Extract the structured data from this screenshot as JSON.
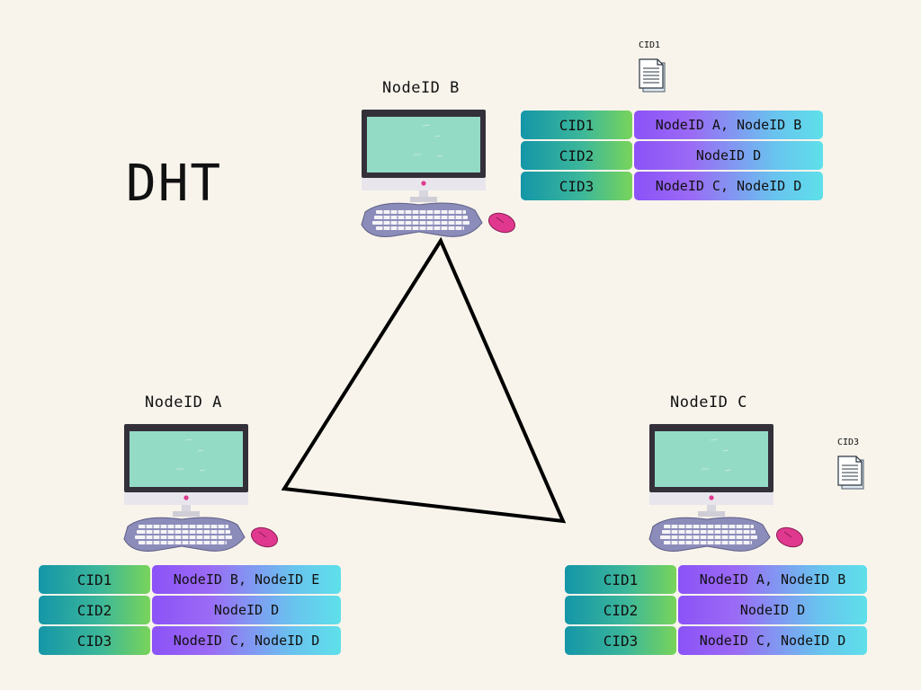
{
  "title": "DHT",
  "nodes": {
    "a": {
      "label": "NodeID A"
    },
    "b": {
      "label": "NodeID B"
    },
    "c": {
      "label": "NodeID C"
    }
  },
  "documents": {
    "b": {
      "label": "CID1",
      "icon": "document-icon"
    },
    "c": {
      "label": "CID3",
      "icon": "document-icon"
    }
  },
  "tables": {
    "a": {
      "rows": [
        {
          "cid": "CID1",
          "nodes": "NodeID B, NodeID E"
        },
        {
          "cid": "CID2",
          "nodes": "NodeID D"
        },
        {
          "cid": "CID3",
          "nodes": "NodeID C, NodeID D"
        }
      ]
    },
    "b": {
      "rows": [
        {
          "cid": "CID1",
          "nodes": "NodeID A, NodeID B"
        },
        {
          "cid": "CID2",
          "nodes": "NodeID D"
        },
        {
          "cid": "CID3",
          "nodes": "NodeID C, NodeID D"
        }
      ]
    },
    "c": {
      "rows": [
        {
          "cid": "CID1",
          "nodes": "NodeID A, NodeID B"
        },
        {
          "cid": "CID2",
          "nodes": "NodeID D"
        },
        {
          "cid": "CID3",
          "nodes": "NodeID C, NodeID D"
        }
      ]
    }
  },
  "colors": {
    "background": "#f8f4ec",
    "screen": "#94dbc6",
    "monitor_frame": "#34303a",
    "keyboard_base": "#8c8cba",
    "mouse": "#e0388e",
    "cid_gradient": [
      "#1496a8",
      "#78d45a"
    ],
    "nodes_gradient": [
      "#8b52f7",
      "#5ee0ea"
    ],
    "link_line": "#000000"
  }
}
